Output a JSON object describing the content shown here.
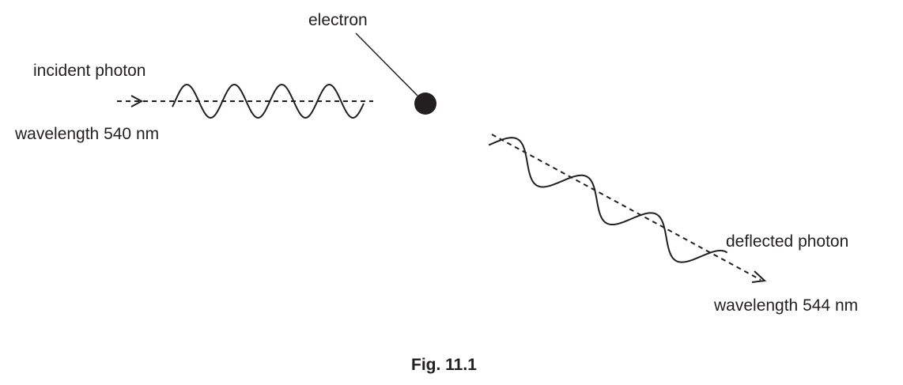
{
  "diagram": {
    "labels": {
      "electron": "electron",
      "incident_photon": "incident photon",
      "incident_wavelength": "wavelength 540 nm",
      "deflected_photon": "deflected photon",
      "deflected_wavelength": "wavelength 544 nm"
    },
    "caption": "Fig. 11.1"
  },
  "colors": {
    "ink": "#231f20",
    "background": "#ffffff"
  }
}
